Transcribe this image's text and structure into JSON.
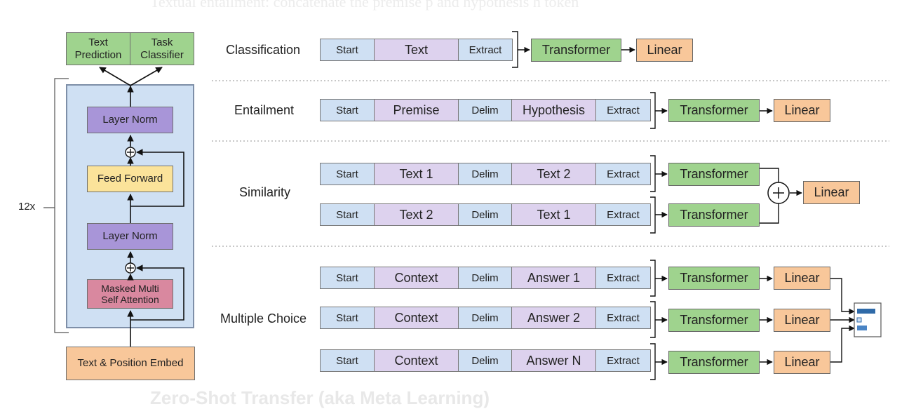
{
  "faded_text": {
    "top": "Textual entailment: concatenate the premise p and hypothesis h token",
    "bottom": "Zero-Shot Transfer (aka Meta Learning)"
  },
  "architecture": {
    "heads": {
      "text_prediction": "Text Prediction",
      "task_classifier": "Task Classifier"
    },
    "repeat_label": "12x",
    "layers": {
      "layer_norm_top": "Layer Norm",
      "feed_forward": "Feed Forward",
      "layer_norm_bottom": "Layer Norm",
      "masked_attention": "Masked Multi Self Attention"
    },
    "embed": "Text & Position Embed",
    "add_symbol": "+"
  },
  "tasks": {
    "classification": {
      "label": "Classification",
      "seq": [
        "Start",
        "Text",
        "Extract"
      ],
      "transformer": "Transformer",
      "linear": "Linear"
    },
    "entailment": {
      "label": "Entailment",
      "seq": [
        "Start",
        "Premise",
        "Delim",
        "Hypothesis",
        "Extract"
      ],
      "transformer": "Transformer",
      "linear": "Linear"
    },
    "similarity": {
      "label": "Similarity",
      "seq1": [
        "Start",
        "Text 1",
        "Delim",
        "Text 2",
        "Extract"
      ],
      "seq2": [
        "Start",
        "Text 2",
        "Delim",
        "Text 1",
        "Extract"
      ],
      "transformer": "Transformer",
      "linear": "Linear",
      "plus": "+"
    },
    "multiple_choice": {
      "label": "Multiple Choice",
      "rows": [
        [
          "Start",
          "Context",
          "Delim",
          "Answer 1",
          "Extract"
        ],
        [
          "Start",
          "Context",
          "Delim",
          "Answer 2",
          "Extract"
        ],
        [
          "Start",
          "Context",
          "Delim",
          "Answer N",
          "Extract"
        ]
      ],
      "transformer": "Transformer",
      "linear": "Linear"
    }
  },
  "colors": {
    "transformer": "#9fd38e",
    "linear": "#f8c79a",
    "layer_norm": "#a895d8",
    "feed_forward": "#fbe39a",
    "attention": "#d9889f",
    "seq_blue": "#cfe0f3",
    "seq_purple": "#ddd2ee",
    "block_bg": "#cfe0f3",
    "softmax_bar": "#2f6aa8"
  }
}
